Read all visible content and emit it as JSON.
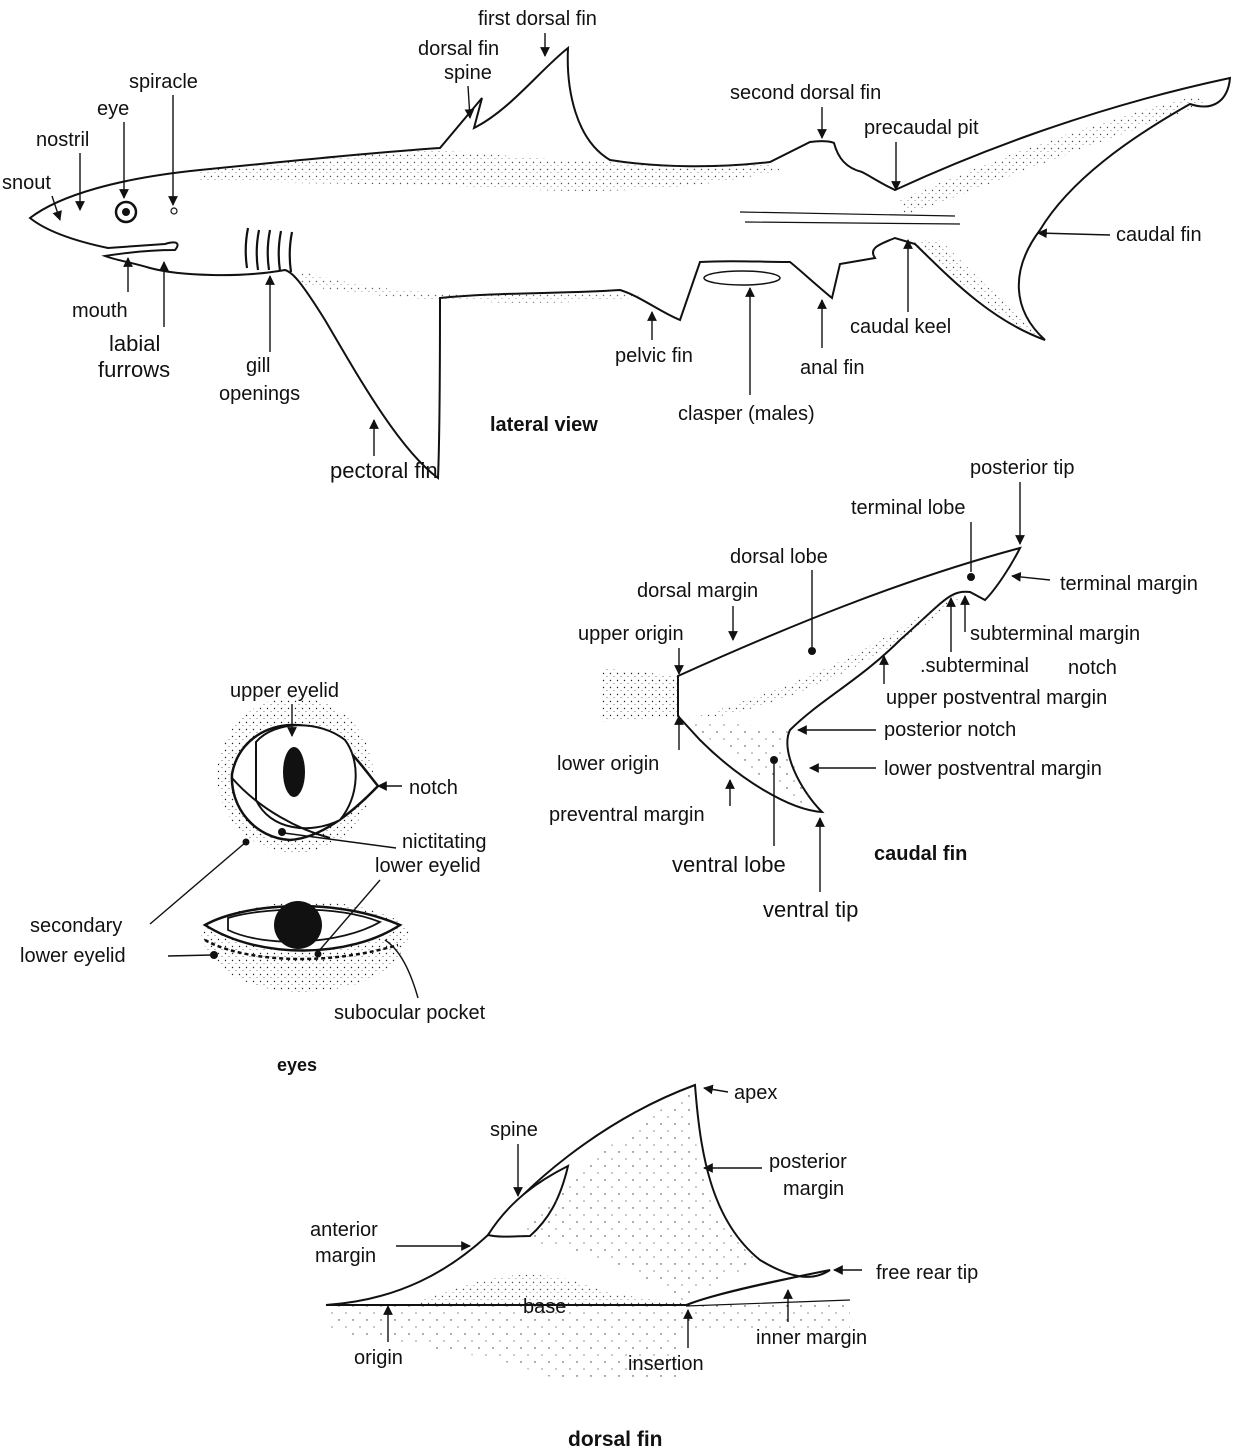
{
  "lateral": {
    "title": "lateral view",
    "labels": {
      "snout": "snout",
      "nostril": "nostril",
      "eye": "eye",
      "spiracle": "spiracle",
      "dorsal_fin_spine_1": "dorsal fin",
      "dorsal_fin_spine_2": "spine",
      "first_dorsal_fin": "first dorsal fin",
      "second_dorsal_fin": "second dorsal fin",
      "precaudal_pit": "precaudal pit",
      "caudal_fin": "caudal fin",
      "caudal_keel": "caudal keel",
      "anal_fin": "anal fin",
      "clasper": "clasper (males)",
      "pelvic_fin": "pelvic fin",
      "pectoral_fin": "pectoral fin",
      "gill_1": "gill",
      "gill_2": "openings",
      "labial_1": "labial",
      "labial_2": "furrows",
      "mouth": "mouth"
    }
  },
  "caudal": {
    "title": "caudal fin",
    "labels": {
      "posterior_tip": "posterior tip",
      "terminal_lobe": "terminal lobe",
      "terminal_margin": "terminal margin",
      "dorsal_lobe": "dorsal lobe",
      "dorsal_margin": "dorsal margin",
      "upper_origin": "upper origin",
      "subterminal_margin": "subterminal margin",
      "subterminal_notch_1": ".subterminal",
      "subterminal_notch_2": "notch",
      "upper_postventral_margin": "upper postventral margin",
      "posterior_notch": "posterior notch",
      "lower_postventral_margin": "lower postventral margin",
      "lower_origin": "lower origin",
      "preventral_margin": "preventral margin",
      "ventral_lobe": "ventral lobe",
      "ventral_tip": "ventral tip"
    }
  },
  "eyes": {
    "title": "eyes",
    "labels": {
      "upper_eyelid": "upper eyelid",
      "notch": "notch",
      "nictitating_1": "nictitating",
      "nictitating_2": "lower eyelid",
      "secondary_1": "secondary",
      "secondary_2": "lower eyelid",
      "subocular_pocket": "subocular pocket"
    }
  },
  "dorsal": {
    "title": "dorsal fin",
    "labels": {
      "apex": "apex",
      "spine": "spine",
      "posterior_margin_1": "posterior",
      "posterior_margin_2": "margin",
      "anterior_margin_1": "anterior",
      "anterior_margin_2": "margin",
      "free_rear_tip": "free rear tip",
      "base": "base",
      "origin": "origin",
      "insertion": "insertion",
      "inner_margin": "inner margin"
    }
  }
}
